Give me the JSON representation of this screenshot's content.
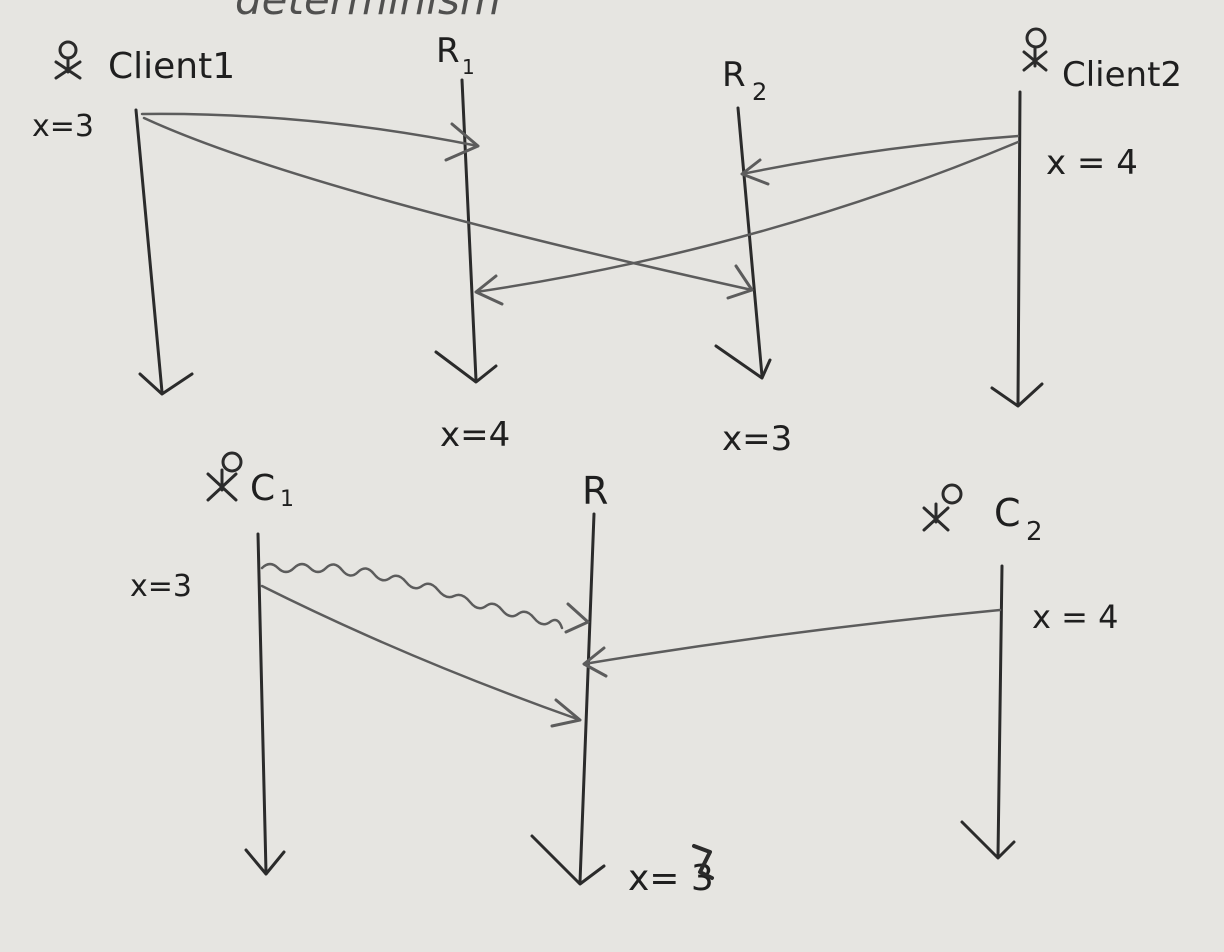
{
  "title_fragment": "determinism",
  "top_diagram": {
    "client1": "Client1",
    "replica1": "R",
    "replica1_sub": "1",
    "replica2": "R",
    "replica2_sub": "2",
    "client2": "Client2",
    "client1_write": "x=3",
    "client2_write": "x = 4",
    "replica1_result": "x=4",
    "replica2_result": "x=3"
  },
  "bottom_diagram": {
    "c1": "C",
    "c1_sub": "1",
    "r": "R",
    "c2": "C",
    "c2_sub": "2",
    "c1_write": "x=3",
    "c2_write": "x = 4",
    "r_result": "x= 3"
  },
  "colors": {
    "background": "#e6e5e1",
    "ink": "#2b2b2b",
    "arrow": "#5c5c5c"
  }
}
